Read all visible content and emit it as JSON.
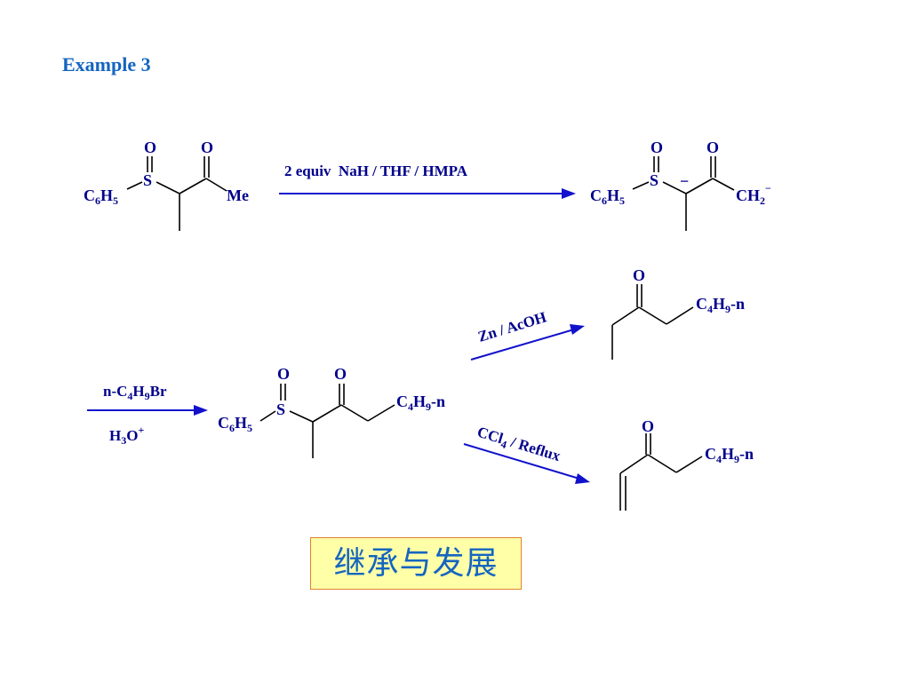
{
  "title": "Example 3",
  "callout": "继承与发展",
  "reaction1": {
    "reagent": "2 equiv  NaH / THF / HMPA"
  },
  "reaction2": {
    "reagent_top": "n-C4H9Br",
    "reagent_bottom": "H3O+"
  },
  "reaction3": {
    "reagent": "Zn / AcOH"
  },
  "reaction4": {
    "reagent": "CCl4 / Reflux"
  },
  "labels": {
    "O": "O",
    "S": "S",
    "Me": "Me",
    "minus": "−"
  },
  "colors": {
    "title": "#1565c0",
    "labels": "#00008b",
    "arrows": "#1111cc",
    "callout_bg": "#ffffa8",
    "callout_border": "#e08030"
  }
}
